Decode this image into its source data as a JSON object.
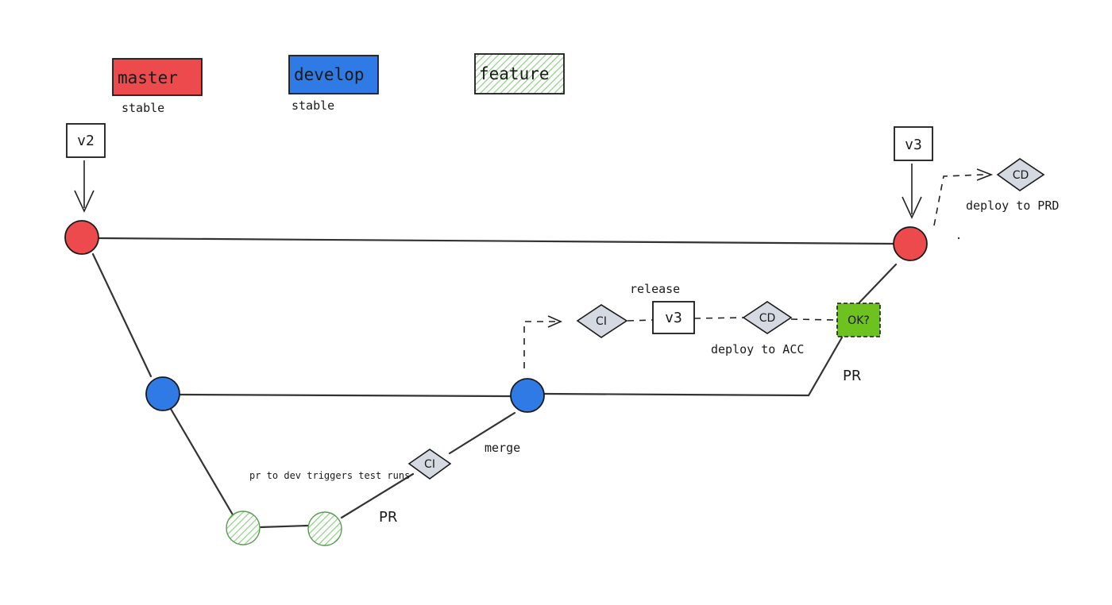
{
  "legend": {
    "master": {
      "label": "master",
      "sublabel": "stable",
      "color": "#ec4a4d"
    },
    "develop": {
      "label": "develop",
      "sublabel": "stable",
      "color": "#2f7ae5"
    },
    "feature": {
      "label": "feature",
      "color": "#c9e8c2"
    }
  },
  "tags": {
    "v2": "v2",
    "v3_master": "v3",
    "v3_release": "v3"
  },
  "pipeline": {
    "ci_release": "CI",
    "release_label": "release",
    "cd_acc": "CD",
    "deploy_acc": "deploy to ACC",
    "ok_gate": "OK?",
    "cd_prd": "CD",
    "deploy_prd": "deploy to PRD",
    "ci_feature": "CI",
    "ok_color": "#6ec21f",
    "node_gray": "#d5dae2"
  },
  "labels": {
    "pr_main": "PR",
    "pr_feature": "PR",
    "merge": "merge",
    "pr_note": "pr to dev triggers test runs"
  }
}
